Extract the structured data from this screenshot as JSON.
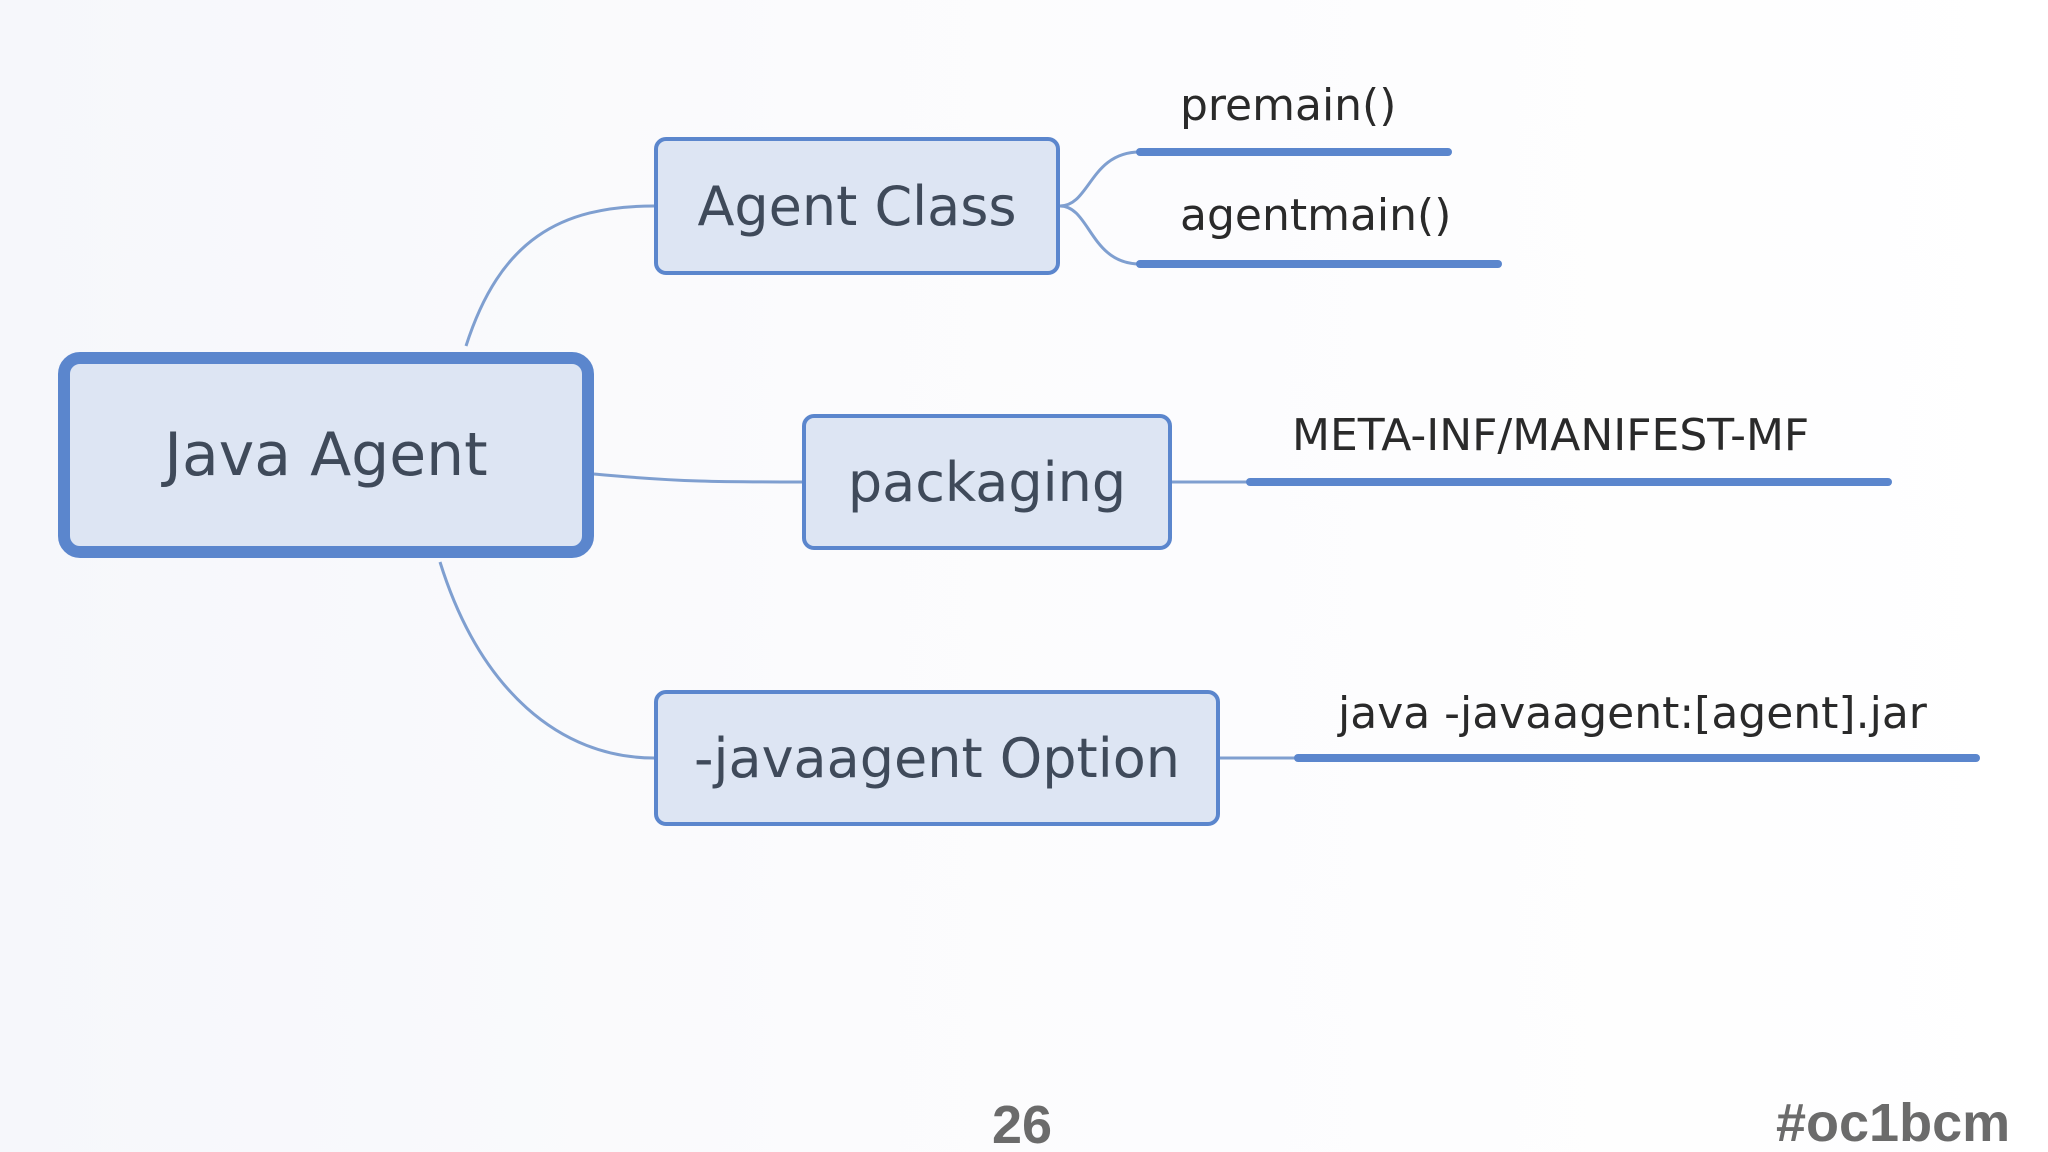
{
  "diagram": {
    "root": {
      "label": "Java Agent"
    },
    "branches": [
      {
        "label": "Agent Class",
        "children": [
          "premain()",
          "agentmain()"
        ]
      },
      {
        "label": "packaging",
        "children": [
          "META-INF/MANIFEST-MF"
        ]
      },
      {
        "label": "-javaagent Option",
        "children": [
          "java -javaagent:[agent].jar"
        ]
      }
    ]
  },
  "footer": {
    "page_number": "26",
    "hashtag": "#oc1bcm"
  },
  "colors": {
    "node_fill": "#dde5f3",
    "node_border": "#5b86cd",
    "connector": "#7f9fd0",
    "underline": "#5b86cd"
  }
}
